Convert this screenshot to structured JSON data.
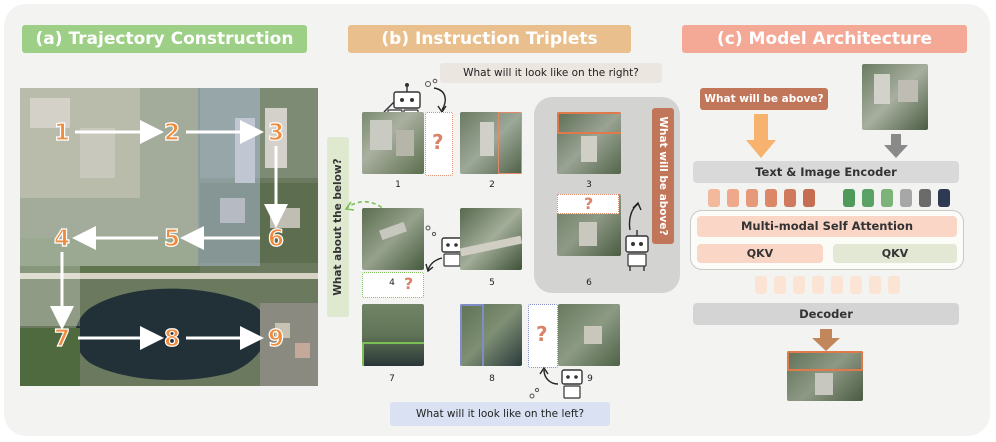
{
  "panels": {
    "a": {
      "title": "(a) Trajectory Construction",
      "color": "#9dcf87"
    },
    "b": {
      "title": "(b) Instruction Triplets",
      "color": "#e9c08d"
    },
    "c": {
      "title": "(c) Model Architecture",
      "color": "#f4a896"
    }
  },
  "trajectory": {
    "points": [
      "1",
      "2",
      "3",
      "4",
      "5",
      "6",
      "7",
      "8",
      "9"
    ]
  },
  "triplets": {
    "question_right": "What will it look like on the right?",
    "question_below": "What about the below?",
    "question_above": "What will be above?",
    "question_left": "What will it look like on the left?",
    "placeholder": "?",
    "tile_labels": [
      "1",
      "2",
      "3",
      "4",
      "5",
      "6",
      "7",
      "8",
      "9"
    ]
  },
  "architecture": {
    "query": "What will be above?",
    "encoder": "Text & Image Encoder",
    "attention": "Multi-modal Self Attention",
    "qkv_left": "QKV",
    "qkv_right": "QKV",
    "decoder": "Decoder",
    "text_token_colors": [
      "#f2b99c",
      "#eda98a",
      "#e6987a",
      "#dc8868",
      "#cf7a5c",
      "#c56d50"
    ],
    "image_token_colors": [
      "#4f9a5a",
      "#5aa266",
      "#7cb37a",
      "#a7a7a7",
      "#6b6b6b",
      "#2d3a52"
    ]
  }
}
